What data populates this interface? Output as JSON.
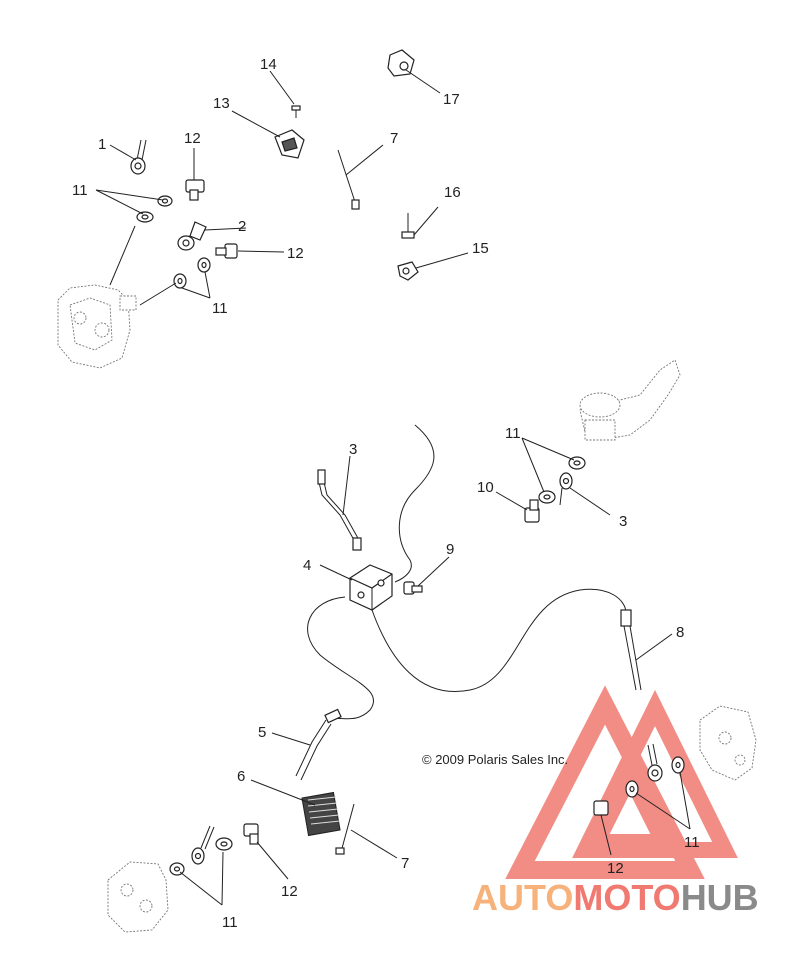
{
  "callouts": {
    "c1": "1",
    "c11a": "11",
    "c12a": "12",
    "c13": "13",
    "c14": "14",
    "c17": "17",
    "c7a": "7",
    "c2": "2",
    "c12b": "12",
    "c11b": "11",
    "c16": "16",
    "c15": "15",
    "c3a": "3",
    "c11c": "11",
    "c10": "10",
    "c3b": "3",
    "c4": "4",
    "c9": "9",
    "c8": "8",
    "c5": "5",
    "c6": "6",
    "c7b": "7",
    "c12c": "12",
    "c11d": "11",
    "c11e": "11",
    "c12d": "12"
  },
  "copyright": "© 2009 Polaris Sales Inc.",
  "watermark": {
    "auto": "AUTO",
    "moto": "MOTO",
    "hub": "HUB"
  },
  "colors": {
    "line": "#222222",
    "logo_red": "#f07a72",
    "logo_orange": "#f6b27a",
    "logo_gray": "#8a8a8a"
  }
}
